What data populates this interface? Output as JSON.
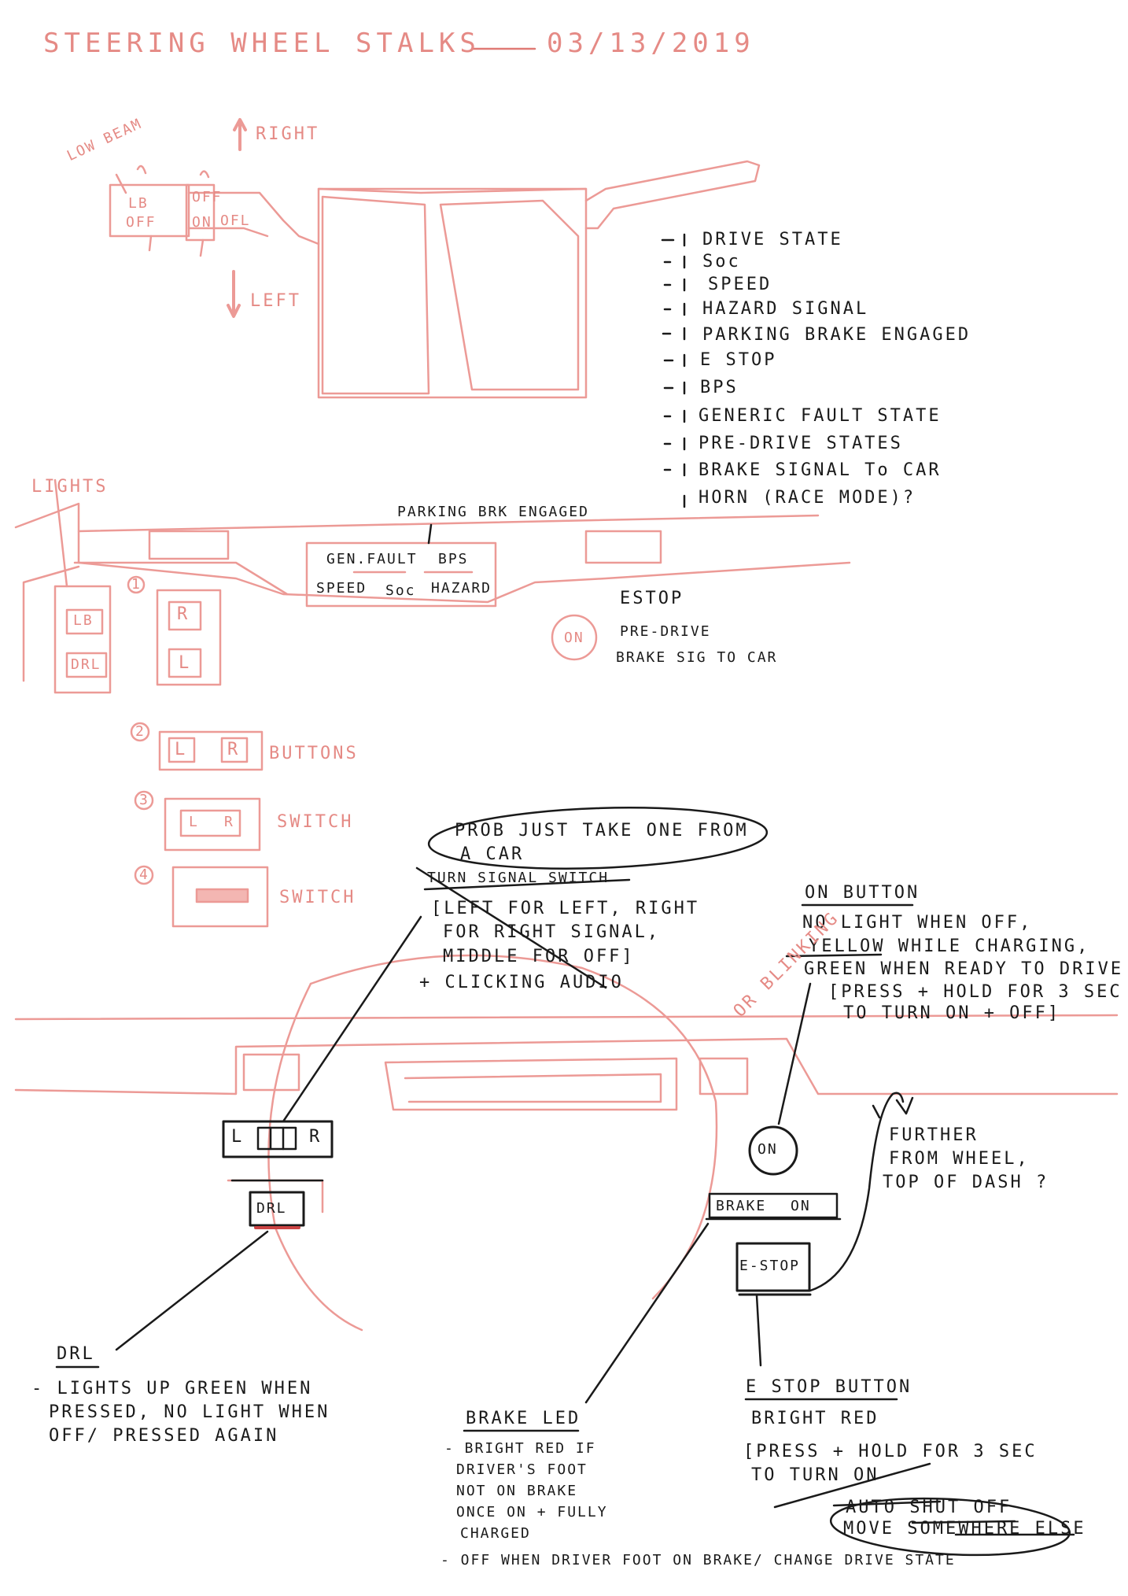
{
  "title": "STEERING WHEEL STALKS",
  "date": "03/13/2019",
  "stalk": {
    "low_beam": "LOW BEAM",
    "right": "RIGHT",
    "left": "LEFT",
    "lb_lb": "LB",
    "lb_off": "OFF",
    "sw_off": "OFF",
    "sw_on": "ON",
    "sw_off2": "OFL"
  },
  "feature_list": [
    "DRIVE STATE",
    "Soc",
    "SPEED",
    "HAZARD SIGNAL",
    "PARKING BRAKE ENGAGED",
    "E STOP",
    "BPS",
    "GENERIC FAULT STATE",
    "PRE-DRIVE STATES",
    "BRAKE SIGNAL To CAR",
    "HORN (RACE MODE)?"
  ],
  "dash": {
    "lights": "LIGHTS",
    "parking": "PARKING BRK ENGAGED",
    "gen_fault": "GEN.FAULT",
    "bps": "BPS",
    "speed": "SPEED",
    "soc": "Soc",
    "hazard": "HAZARD",
    "estop": "ESTOP",
    "predrive": "PRE-DRIVE",
    "brake_sig": "BRAKE SIG TO CAR",
    "on_btn": "ON",
    "lb_btn": "LB",
    "drl_btn": "DRL",
    "r_btn": "R",
    "l_btn": "L",
    "opt1": "1",
    "opt2": "2",
    "opt3": "3",
    "opt4": "4",
    "buttons": "BUTTONS",
    "switch1": "SWITCH",
    "switch2": "SWITCH",
    "sw_l": "L",
    "sw_r": "R"
  },
  "notes": {
    "prob": "PROB JUST TAKE ONE FROM",
    "prob2": "A CAR",
    "turn_title": "TURN SIGNAL SWITCH",
    "turn_1": "[LEFT FOR LEFT, RIGHT",
    "turn_2": "FOR RIGHT SIGNAL,",
    "turn_3": "MIDDLE FOR OFF]",
    "turn_4": "+ CLICKING AUDIO",
    "on_title": "ON BUTTON",
    "on_1": "NO LIGHT WHEN OFF,",
    "on_2": "YELLOW WHILE CHARGING,",
    "on_3": "GREEN WHEN READY TO DRIVE",
    "on_4": "[PRESS + HOLD FOR 3 SEC",
    "on_5": "TO TURN ON + OFF]",
    "or_blinking": "OR BLINKING",
    "further_1": "FURTHER",
    "further_2": "FROM WHEEL,",
    "further_3": "TOP OF DASH ?",
    "drl_title": "DRL",
    "drl_1": "- LIGHTS UP GREEN WHEN",
    "drl_2": "PRESSED, NO LIGHT WHEN",
    "drl_3": "OFF/ PRESSED AGAIN",
    "brake_title": "BRAKE LED",
    "brake_1": "- BRIGHT RED IF",
    "brake_2": "DRIVER'S FOOT",
    "brake_3": "NOT ON BRAKE",
    "brake_4": "ONCE ON + FULLY",
    "brake_5": "CHARGED",
    "brake_6": "- OFF WHEN DRIVER FOOT ON BRAKE/ CHANGE DRIVE STATE",
    "estop_title": "E STOP BUTTON",
    "estop_1": "BRIGHT RED",
    "estop_2": "[PRESS + HOLD FOR 3 SEC",
    "estop_3": "TO TURN ON",
    "estop_4": "AUTO SHUT OFF",
    "estop_5": "MOVE SOMEWHERE ELSE"
  },
  "controls": {
    "turn_l": "L",
    "turn_r": "R",
    "drl": "DRL",
    "on": "ON",
    "brake": "BRAKE",
    "brake_on": "ON",
    "estop": "E-STOP"
  }
}
